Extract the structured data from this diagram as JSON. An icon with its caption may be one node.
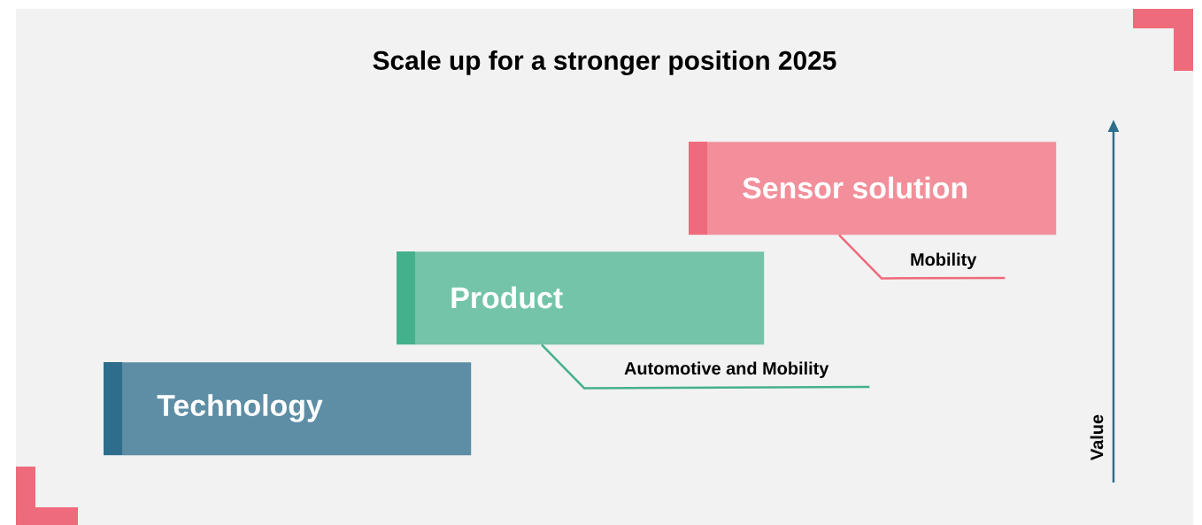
{
  "diagram": {
    "title": "Scale up for a stronger position 2025",
    "nodes": [
      {
        "text": [
          "Sensor solution"
        ]
      },
      {
        "text": [
          "Mobility"
        ]
      },
      {
        "text": [
          "Product"
        ]
      },
      {
        "text": [
          "Automotive and Mobility"
        ]
      },
      {
        "text": [
          "Technology"
        ]
      }
    ],
    "edges": [
      {
        "from": 0,
        "to": 1,
        "arrow": "none",
        "color": "#ee6b7b"
      },
      {
        "from": 2,
        "to": 3,
        "arrow": "none",
        "color": "#45b08c"
      }
    ],
    "labels": [
      "Value"
    ]
  }
}
